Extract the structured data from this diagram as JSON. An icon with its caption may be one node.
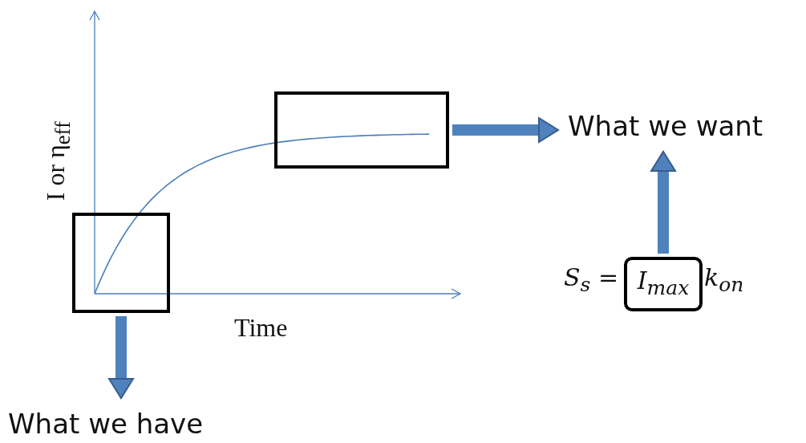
{
  "diagram": {
    "nodes": [
      {
        "text": [],
        "shape": "box"
      },
      {
        "text": [
          "What we want"
        ]
      },
      {
        "text": [],
        "shape": "box"
      },
      {
        "text": [
          "*I*$_{max}$"
        ]
      },
      {
        "text": [
          "What we have"
        ]
      }
    ],
    "edges": [
      {
        "from": 0,
        "to": 1,
        "arrow": "to"
      },
      {
        "from": 3,
        "to": 1,
        "arrow": "to"
      },
      {
        "from": 2,
        "to": 4,
        "arrow": "to"
      }
    ],
    "labels": [
      "I or η$_{eff}$",
      "Time",
      "*S*$_{s}$ =",
      "*k*$_{on}$"
    ]
  }
}
